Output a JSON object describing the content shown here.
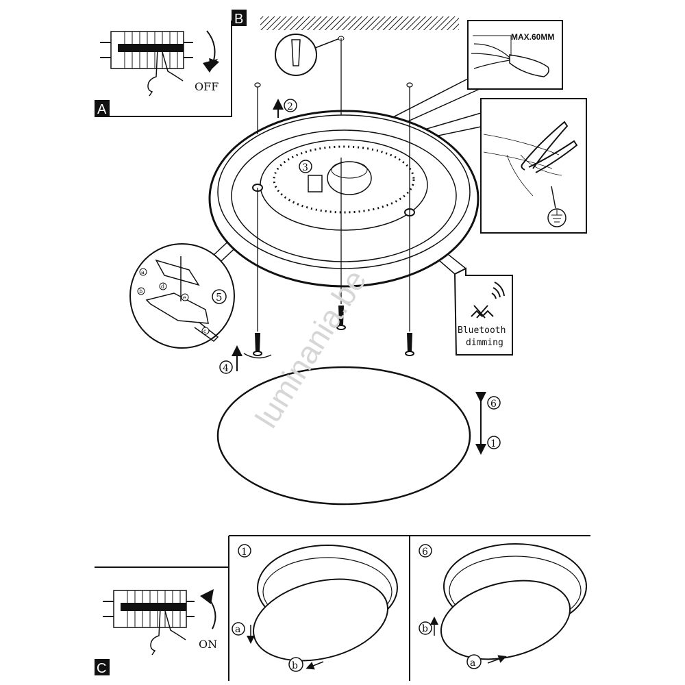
{
  "panels": {
    "a": {
      "letter": "A",
      "switch_label": "OFF"
    },
    "b": {
      "letter": "B"
    },
    "c": {
      "letter": "C",
      "switch_label": "ON"
    }
  },
  "strip_callout": {
    "label": "MAX.60MM"
  },
  "bluetooth_callout": {
    "line1": "Bluetooth",
    "line2": "dimming",
    "icon": "bluetooth-icon"
  },
  "steps": {
    "s1": "1",
    "s2": "2",
    "s3": "3",
    "s4": "4",
    "s5": "5",
    "s6": "6"
  },
  "detail_remove": {
    "step": "1",
    "a": "a",
    "b": "b"
  },
  "detail_attach": {
    "step": "6",
    "a": "a",
    "b": "b"
  },
  "connector_detail": {
    "a": "a",
    "b": "b",
    "c": "c",
    "d": "d",
    "e": "e"
  },
  "watermark": "luminania.be",
  "colors": {
    "ink": "#111111",
    "paper": "#ffffff",
    "watermark": "#d6d6d6"
  }
}
